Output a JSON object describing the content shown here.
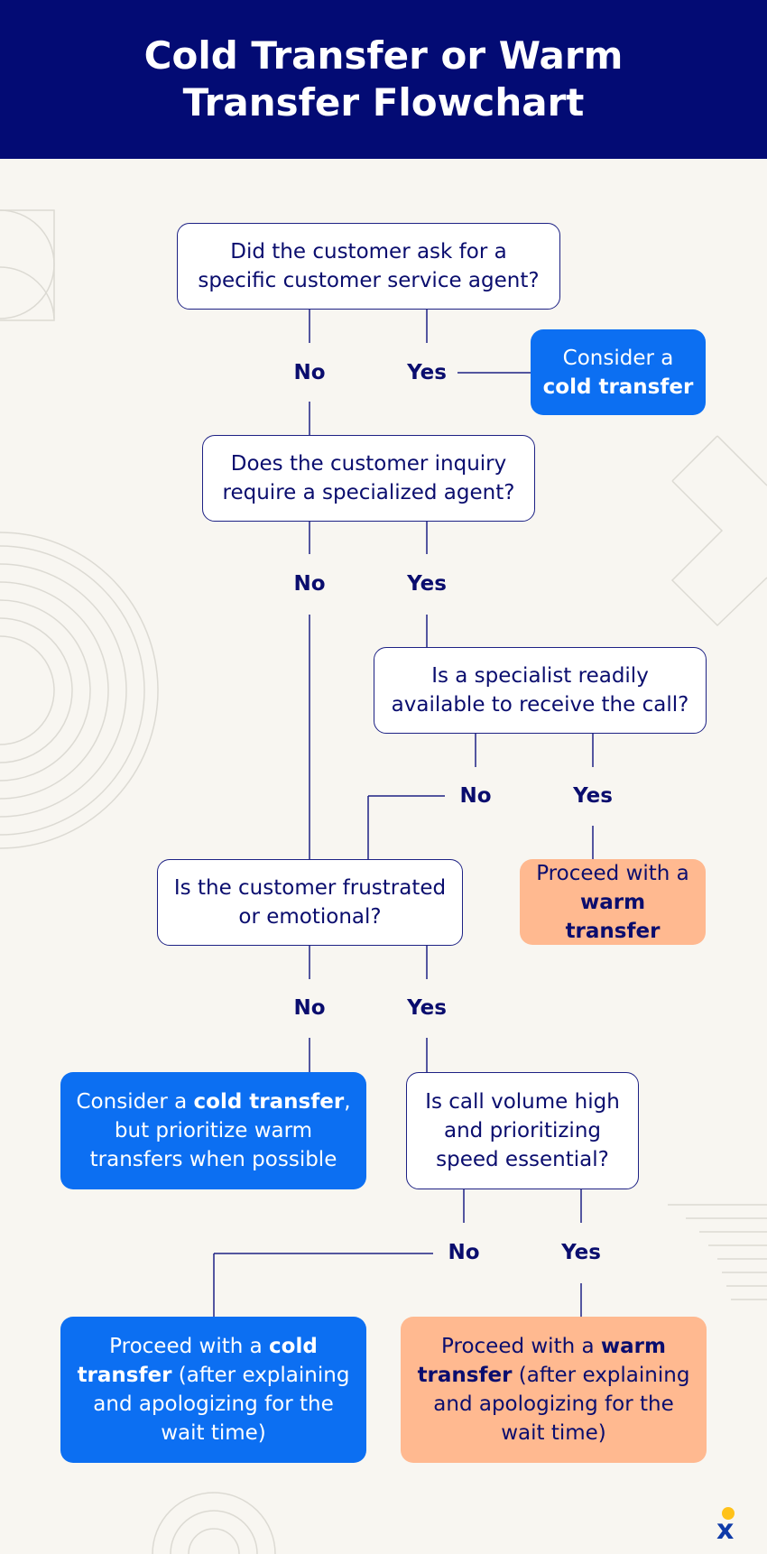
{
  "title": "Cold Transfer or Warm Transfer Flowchart",
  "nodes": {
    "q1": {
      "text": "Did the customer ask for a specific customer service agent?"
    },
    "cold1": {
      "pre": "Consider a",
      "bold": "cold transfer",
      "post": ""
    },
    "q2": {
      "text": "Does the customer inquiry require a specialized agent?"
    },
    "q3": {
      "text": "Is a specialist readily available to receive the call?"
    },
    "q4": {
      "text": "Is the customer frustrated or emotional?"
    },
    "warm1": {
      "pre": "Proceed with a",
      "bold": "warm transfer",
      "post": ""
    },
    "cold2": {
      "pre": "Consider a",
      "bold": "cold transfer",
      "post": ", but prioritize warm transfers when possible"
    },
    "q5": {
      "text": "Is call volume high and prioritizing speed essential?"
    },
    "cold3": {
      "pre": "Proceed with a",
      "bold": "cold transfer",
      "post": "(after explaining and apologizing for the wait time)"
    },
    "warm2": {
      "pre": "Proceed with a",
      "bold": "warm transfer",
      "post": "(after explaining and apologizing for the wait time)"
    }
  },
  "labels": {
    "q1_no": "No",
    "q1_yes": "Yes",
    "q2_no": "No",
    "q2_yes": "Yes",
    "q3_no": "No",
    "q3_yes": "Yes",
    "q4_no": "No",
    "q4_yes": "Yes",
    "q5_no": "No",
    "q5_yes": "Yes"
  },
  "logo": {
    "name": "brand-logo-icon",
    "accent": "#ffc21a",
    "color": "#0f3aa8",
    "glyph": "x"
  },
  "colors": {
    "header": "#030b74",
    "background": "#f8f6f1",
    "text": "#0a0d6e",
    "cold": "#0c6ff2",
    "warm": "#ffb990",
    "line": "#1d2184"
  }
}
